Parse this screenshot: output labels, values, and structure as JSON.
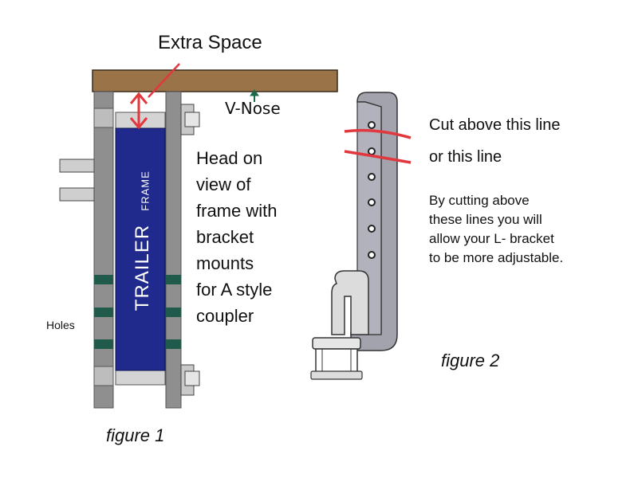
{
  "labels": {
    "extra_space": "Extra Space",
    "v_nose": "V-Nose",
    "head_on_lines": [
      "Head on",
      "view of",
      "frame with",
      "bracket",
      "mounts",
      "for A style",
      "coupler"
    ],
    "holes": "Holes",
    "trailer": "TRAILER",
    "frame": "FRAME",
    "figure1": "figure 1",
    "cut_line_1": "Cut above this line",
    "cut_line_2": "or this line",
    "note_lines": [
      "By cutting above",
      "these lines you will",
      "allow your L- bracket",
      "to be more adjustable."
    ],
    "figure2": "figure 2"
  },
  "colors": {
    "wood": "#9b7349",
    "frame_blue": "#1f2a8c",
    "rail_gray": "#8a8a8a",
    "strap_green": "#1f5a4a",
    "arrow_red": "#e0383e",
    "bracket_gray": "#9a9aa2"
  },
  "bracket": {
    "hole_count": 6
  }
}
